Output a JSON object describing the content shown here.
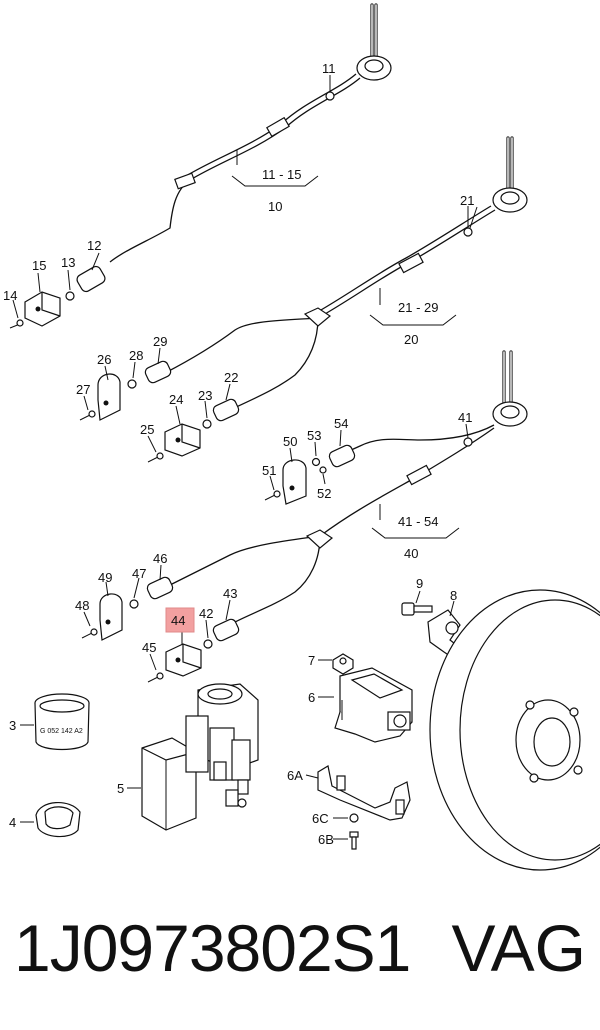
{
  "diagram": {
    "highlight_color": "#f2a0a0",
    "group_labels": {
      "g10": {
        "range": "11 - 15",
        "number": "10"
      },
      "g20": {
        "range": "21 - 29",
        "number": "20"
      },
      "g40": {
        "range": "41 - 54",
        "number": "40"
      }
    },
    "callouts": {
      "c11": "11",
      "c12": "12",
      "c13": "13",
      "c14": "14",
      "c15": "15",
      "c21": "21",
      "c22": "22",
      "c23": "23",
      "c24": "24",
      "c25": "25",
      "c26": "26",
      "c27": "27",
      "c28": "28",
      "c29": "29",
      "c41": "41",
      "c42": "42",
      "c43": "43",
      "c44": "44",
      "c45": "45",
      "c46": "46",
      "c47": "47",
      "c48": "48",
      "c49": "49",
      "c50": "50",
      "c51": "51",
      "c52": "52",
      "c53": "53",
      "c54": "54",
      "c3": "3",
      "c4": "4",
      "c5": "5",
      "c6": "6",
      "c6a": "6A",
      "c6b": "6B",
      "c6c": "6C",
      "c7": "7",
      "c8": "8",
      "c9": "9"
    },
    "ring_marking": "G 052 142 A2"
  },
  "footer": {
    "part_number": "1J0973802S1",
    "brand": "VAG"
  }
}
